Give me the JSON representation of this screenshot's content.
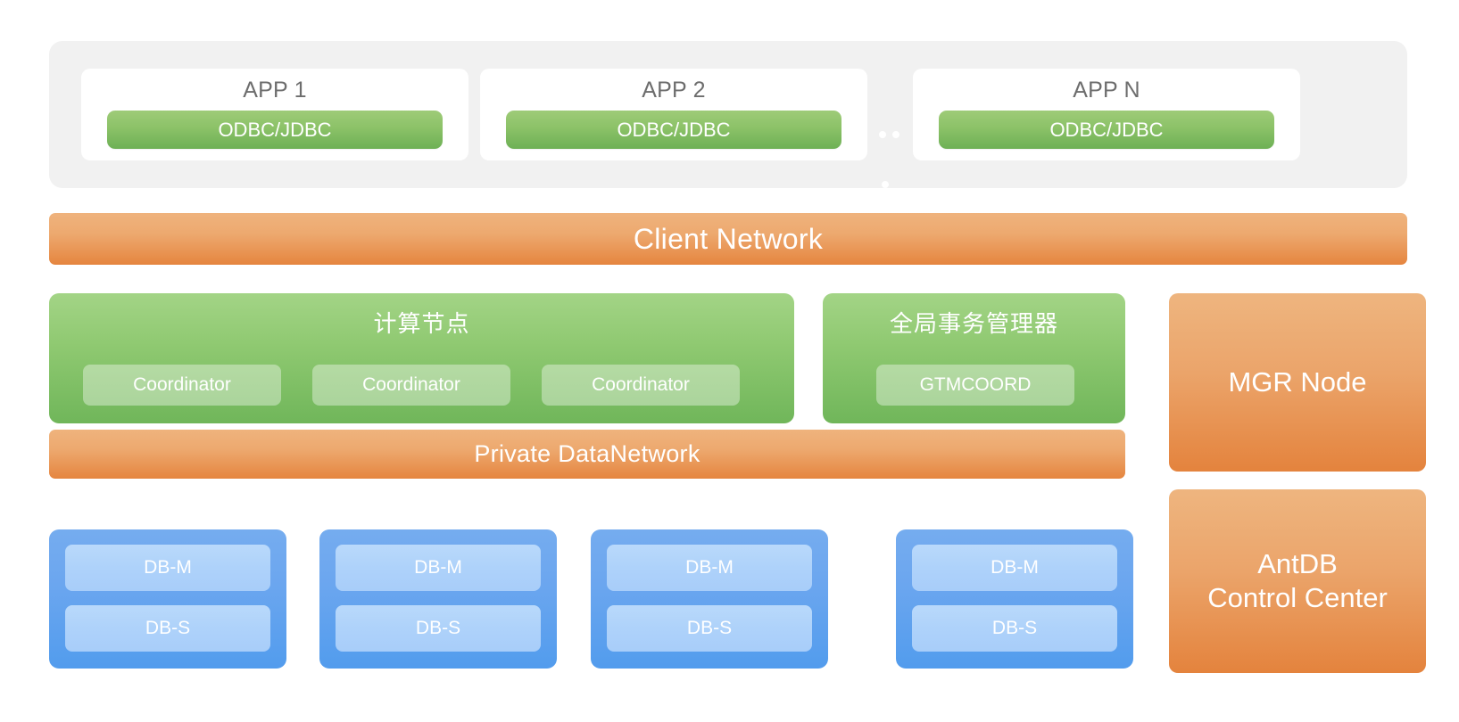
{
  "app_band": {
    "ellipsis_dots": 3,
    "apps": [
      {
        "title": "APP 1",
        "connector": "ODBC/JDBC"
      },
      {
        "title": "APP 2",
        "connector": "ODBC/JDBC"
      },
      {
        "title": "APP N",
        "connector": "ODBC/JDBC"
      }
    ]
  },
  "networks": {
    "client": "Client Network",
    "private": "Private DataNetwork"
  },
  "compute": {
    "title": "计算节点",
    "nodes": [
      "Coordinator",
      "Coordinator",
      "Coordinator"
    ]
  },
  "gtm": {
    "title": "全局事务管理器",
    "nodes": [
      "GTMCOORD"
    ]
  },
  "right_panels": [
    {
      "label": "MGR Node"
    },
    {
      "label": "AntDB\nControl Center",
      "line1": "AntDB",
      "line2": "Control Center"
    }
  ],
  "storage": {
    "groups": [
      {
        "master": "DB-M",
        "slave": "DB-S"
      },
      {
        "master": "DB-M",
        "slave": "DB-S"
      },
      {
        "master": "DB-M",
        "slave": "DB-S"
      },
      {
        "master": "DB-M",
        "slave": "DB-S"
      }
    ]
  },
  "colors": {
    "band_bg": "#f1f1f1",
    "green_panel_top": "#a3d486",
    "green_panel_bottom": "#70b65a",
    "green_button_top": "#9ecb78",
    "green_button_bottom": "#6db055",
    "orange_top": "#efb37d",
    "orange_bottom": "#e5853f",
    "blue_group_top": "#75acef",
    "blue_group_bottom": "#529ced",
    "blue_chip": "#aed2fa",
    "app_title_text": "#6d6d6d",
    "white": "#ffffff"
  }
}
